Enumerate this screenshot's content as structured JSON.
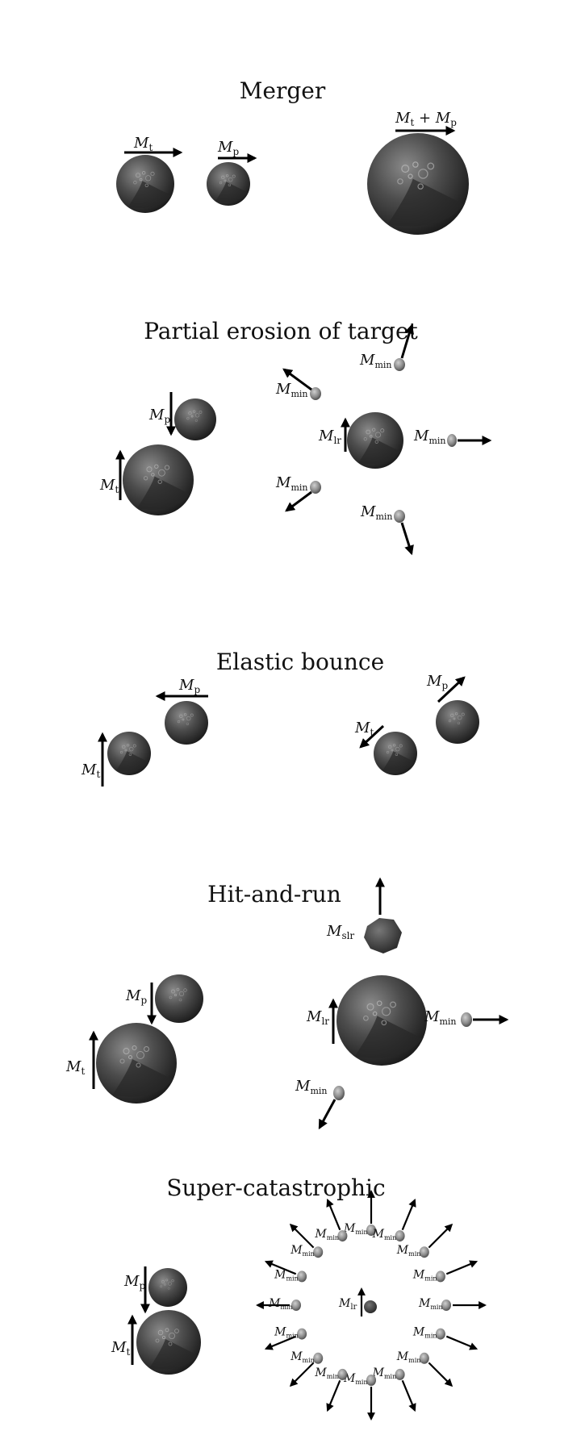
{
  "panels": {
    "merger": {
      "title": "Merger",
      "labels": {
        "target": "M",
        "target_sub": "t",
        "projectile": "M",
        "projectile_sub": "p",
        "result": "M",
        "result_sub": "t",
        "plus": " + ",
        "result2": "M",
        "result2_sub": "p"
      }
    },
    "partial_erosion": {
      "title": "Partial erosion of target",
      "labels": {
        "mp": "M",
        "mp_sub": "p",
        "mt": "M",
        "mt_sub": "t",
        "mlr": "M",
        "mlr_sub": "lr",
        "mmin": "M",
        "mmin_sub": "min"
      }
    },
    "elastic_bounce": {
      "title": "Elastic bounce",
      "labels": {
        "mp": "M",
        "mp_sub": "p",
        "mt": "M",
        "mt_sub": "t"
      }
    },
    "hit_and_run": {
      "title": "Hit-and-run",
      "labels": {
        "mp": "M",
        "mp_sub": "p",
        "mt": "M",
        "mt_sub": "t",
        "mlr": "M",
        "mlr_sub": "lr",
        "mslr": "M",
        "mslr_sub": "slr",
        "mmin": "M",
        "mmin_sub": "min"
      }
    },
    "super_catastrophic": {
      "title": "Super-catastrophic",
      "labels": {
        "mp": "M",
        "mp_sub": "p",
        "mt": "M",
        "mt_sub": "t",
        "mlr": "M",
        "mlr_sub": "lr",
        "mmin": "M",
        "mmin_sub": "min"
      }
    }
  }
}
